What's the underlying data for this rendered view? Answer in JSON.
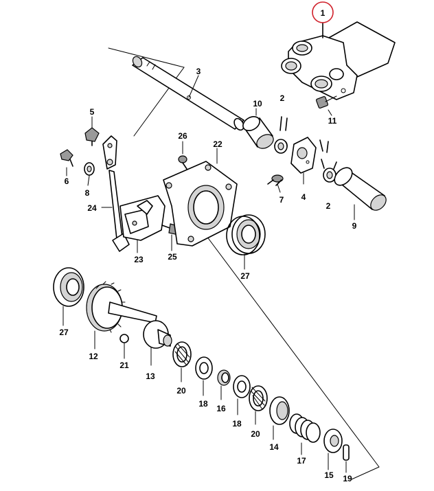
{
  "highlight_color": "#d0202a",
  "callouts": {
    "c1": "1",
    "c2a": "2",
    "c2b": "2",
    "c3": "3",
    "c4": "4",
    "c5": "5",
    "c6": "6",
    "c7": "7",
    "c8": "8",
    "c9": "9",
    "c10": "10",
    "c11": "11",
    "c12": "12",
    "c13": "13",
    "c14": "14",
    "c15": "15",
    "c16": "16",
    "c17": "17",
    "c18a": "18",
    "c18b": "18",
    "c19": "19",
    "c20a": "20",
    "c20b": "20",
    "c21": "21",
    "c22": "22",
    "c23": "23",
    "c24": "24",
    "c25": "25",
    "c26": "26",
    "c27a": "27",
    "c27b": "27"
  }
}
